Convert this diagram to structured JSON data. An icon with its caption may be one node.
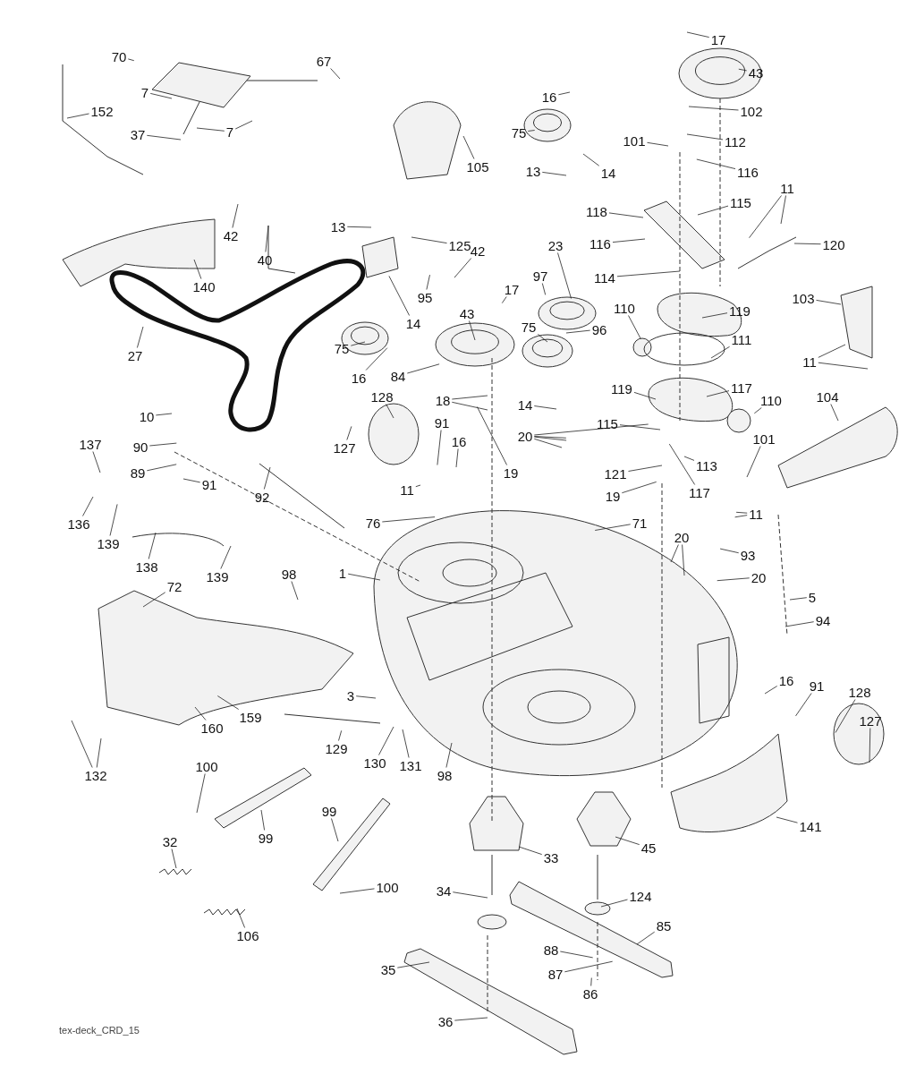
{
  "diagram": {
    "nodes": [
      {
        "text": [
          "17"
        ]
      },
      {
        "text": [
          "70"
        ]
      },
      {
        "text": [
          "67"
        ]
      },
      {
        "text": [
          "43"
        ]
      },
      {
        "text": [
          "7"
        ]
      },
      {
        "text": [
          "152"
        ]
      },
      {
        "text": [
          "102"
        ]
      },
      {
        "text": [
          "16"
        ]
      },
      {
        "text": [
          "7"
        ]
      },
      {
        "text": [
          "37"
        ]
      },
      {
        "text": [
          "75"
        ]
      },
      {
        "text": [
          "101"
        ]
      },
      {
        "text": [
          "112"
        ]
      },
      {
        "text": [
          "105"
        ]
      },
      {
        "text": [
          "13"
        ]
      },
      {
        "text": [
          "14"
        ]
      },
      {
        "text": [
          "116"
        ]
      },
      {
        "text": [
          "11"
        ]
      },
      {
        "text": [
          "118"
        ]
      },
      {
        "text": [
          "115"
        ]
      },
      {
        "text": [
          "42"
        ]
      },
      {
        "text": [
          "40"
        ]
      },
      {
        "text": [
          "13"
        ]
      },
      {
        "text": [
          "125"
        ]
      },
      {
        "text": [
          "116"
        ]
      },
      {
        "text": [
          "120"
        ]
      },
      {
        "text": [
          "42"
        ]
      },
      {
        "text": [
          "23"
        ]
      },
      {
        "text": [
          "140"
        ]
      },
      {
        "text": [
          "97"
        ]
      },
      {
        "text": [
          "114"
        ]
      },
      {
        "text": [
          "17"
        ]
      },
      {
        "text": [
          "95"
        ]
      },
      {
        "text": [
          "43"
        ]
      },
      {
        "text": [
          "119"
        ]
      },
      {
        "text": [
          "103"
        ]
      },
      {
        "text": [
          "14"
        ]
      },
      {
        "text": [
          "110"
        ]
      },
      {
        "text": [
          "96"
        ]
      },
      {
        "text": [
          "75"
        ]
      },
      {
        "text": [
          "111"
        ]
      },
      {
        "text": [
          "75"
        ]
      },
      {
        "text": [
          "27"
        ]
      },
      {
        "text": [
          "16"
        ]
      },
      {
        "text": [
          "84"
        ]
      },
      {
        "text": [
          "11"
        ]
      },
      {
        "text": [
          "18"
        ]
      },
      {
        "text": [
          "14"
        ]
      },
      {
        "text": [
          "117"
        ]
      },
      {
        "text": [
          "119"
        ]
      },
      {
        "text": [
          "110"
        ]
      },
      {
        "text": [
          "104"
        ]
      },
      {
        "text": [
          "128"
        ]
      },
      {
        "text": [
          "10"
        ]
      },
      {
        "text": [
          "127"
        ]
      },
      {
        "text": [
          "91"
        ]
      },
      {
        "text": [
          "16"
        ]
      },
      {
        "text": [
          "115"
        ]
      },
      {
        "text": [
          "20"
        ]
      },
      {
        "text": [
          "137"
        ]
      },
      {
        "text": [
          "90"
        ]
      },
      {
        "text": [
          "113"
        ]
      },
      {
        "text": [
          "101"
        ]
      },
      {
        "text": [
          "19"
        ]
      },
      {
        "text": [
          "89"
        ]
      },
      {
        "text": [
          "91"
        ]
      },
      {
        "text": [
          "121"
        ]
      },
      {
        "text": [
          "117"
        ]
      },
      {
        "text": [
          "19"
        ]
      },
      {
        "text": [
          "92"
        ]
      },
      {
        "text": [
          "11"
        ]
      },
      {
        "text": [
          "136"
        ]
      },
      {
        "text": [
          "76"
        ]
      },
      {
        "text": [
          "139"
        ]
      },
      {
        "text": [
          "71"
        ]
      },
      {
        "text": [
          "11"
        ]
      },
      {
        "text": [
          "138"
        ]
      },
      {
        "text": [
          "139"
        ]
      },
      {
        "text": [
          "93"
        ]
      },
      {
        "text": [
          "20"
        ]
      },
      {
        "text": [
          "98"
        ]
      },
      {
        "text": [
          "1"
        ]
      },
      {
        "text": [
          "72"
        ]
      },
      {
        "text": [
          "20"
        ]
      },
      {
        "text": [
          "5"
        ]
      },
      {
        "text": [
          "94"
        ]
      },
      {
        "text": [
          "3"
        ]
      },
      {
        "text": [
          "16"
        ]
      },
      {
        "text": [
          "91"
        ]
      },
      {
        "text": [
          "128"
        ]
      },
      {
        "text": [
          "159"
        ]
      },
      {
        "text": [
          "160"
        ]
      },
      {
        "text": [
          "127"
        ]
      },
      {
        "text": [
          "129"
        ]
      },
      {
        "text": [
          "130"
        ]
      },
      {
        "text": [
          "131"
        ]
      },
      {
        "text": [
          "98"
        ]
      },
      {
        "text": [
          "132"
        ]
      },
      {
        "text": [
          "100"
        ]
      },
      {
        "text": [
          "141"
        ]
      },
      {
        "text": [
          "99"
        ]
      },
      {
        "text": [
          "99"
        ]
      },
      {
        "text": [
          "33"
        ]
      },
      {
        "text": [
          "45"
        ]
      },
      {
        "text": [
          "32"
        ]
      },
      {
        "text": [
          "100"
        ]
      },
      {
        "text": [
          "34"
        ]
      },
      {
        "text": [
          "124"
        ]
      },
      {
        "text": [
          "85"
        ]
      },
      {
        "text": [
          "106"
        ]
      },
      {
        "text": [
          "88"
        ]
      },
      {
        "text": [
          "35"
        ]
      },
      {
        "text": [
          "87"
        ]
      },
      {
        "text": [
          "86"
        ]
      },
      {
        "text": [
          "36"
        ]
      }
    ],
    "edges": [
      {
        "from": 0,
        "to": null,
        "arrow": "none"
      },
      {
        "from": 1,
        "to": null,
        "arrow": "none"
      },
      {
        "from": 2,
        "to": null,
        "arrow": "none"
      },
      {
        "from": 3,
        "to": null,
        "arrow": "none"
      },
      {
        "from": 4,
        "to": null,
        "arrow": "none"
      },
      {
        "from": 5,
        "to": null,
        "arrow": "none"
      },
      {
        "from": 6,
        "to": null,
        "arrow": "none"
      },
      {
        "from": 7,
        "to": null,
        "arrow": "none"
      },
      {
        "from": 8,
        "to": null,
        "arrow": "none"
      },
      {
        "from": 8,
        "to": null,
        "arrow": "none"
      },
      {
        "from": 9,
        "to": null,
        "arrow": "none"
      },
      {
        "from": 10,
        "to": null,
        "arrow": "none"
      },
      {
        "from": 11,
        "to": null,
        "arrow": "none"
      },
      {
        "from": 12,
        "to": null,
        "arrow": "none"
      },
      {
        "from": 13,
        "to": null,
        "arrow": "none"
      },
      {
        "from": 14,
        "to": null,
        "arrow": "none"
      },
      {
        "from": 15,
        "to": null,
        "arrow": "none"
      },
      {
        "from": 16,
        "to": null,
        "arrow": "none"
      },
      {
        "from": 17,
        "to": null,
        "arrow": "none"
      },
      {
        "from": 17,
        "to": null,
        "arrow": "none"
      },
      {
        "from": 18,
        "to": null,
        "arrow": "none"
      },
      {
        "from": 19,
        "to": null,
        "arrow": "none"
      },
      {
        "from": 20,
        "to": null,
        "arrow": "none"
      },
      {
        "from": 21,
        "to": null,
        "arrow": "none"
      },
      {
        "from": 22,
        "to": null,
        "arrow": "none"
      },
      {
        "from": 23,
        "to": null,
        "arrow": "none"
      },
      {
        "from": 24,
        "to": null,
        "arrow": "none"
      },
      {
        "from": 25,
        "to": null,
        "arrow": "none"
      },
      {
        "from": 26,
        "to": null,
        "arrow": "none"
      },
      {
        "from": 27,
        "to": null,
        "arrow": "none"
      },
      {
        "from": 28,
        "to": null,
        "arrow": "none"
      },
      {
        "from": 29,
        "to": null,
        "arrow": "none"
      },
      {
        "from": 30,
        "to": null,
        "arrow": "none"
      },
      {
        "from": 31,
        "to": null,
        "arrow": "none"
      },
      {
        "from": 32,
        "to": null,
        "arrow": "none"
      },
      {
        "from": 33,
        "to": null,
        "arrow": "none"
      },
      {
        "from": 34,
        "to": null,
        "arrow": "none"
      },
      {
        "from": 35,
        "to": null,
        "arrow": "none"
      },
      {
        "from": 36,
        "to": null,
        "arrow": "none"
      },
      {
        "from": 37,
        "to": null,
        "arrow": "none"
      },
      {
        "from": 38,
        "to": null,
        "arrow": "none"
      },
      {
        "from": 39,
        "to": null,
        "arrow": "none"
      },
      {
        "from": 40,
        "to": null,
        "arrow": "none"
      },
      {
        "from": 41,
        "to": null,
        "arrow": "none"
      },
      {
        "from": 42,
        "to": null,
        "arrow": "none"
      },
      {
        "from": 43,
        "to": null,
        "arrow": "none"
      },
      {
        "from": 44,
        "to": null,
        "arrow": "none"
      },
      {
        "from": 45,
        "to": null,
        "arrow": "none"
      },
      {
        "from": 45,
        "to": null,
        "arrow": "none"
      },
      {
        "from": 46,
        "to": null,
        "arrow": "none"
      },
      {
        "from": 46,
        "to": null,
        "arrow": "none"
      },
      {
        "from": 47,
        "to": null,
        "arrow": "none"
      },
      {
        "from": 48,
        "to": null,
        "arrow": "none"
      },
      {
        "from": 49,
        "to": null,
        "arrow": "none"
      },
      {
        "from": 50,
        "to": null,
        "arrow": "none"
      },
      {
        "from": 51,
        "to": null,
        "arrow": "none"
      },
      {
        "from": 52,
        "to": null,
        "arrow": "none"
      },
      {
        "from": 53,
        "to": null,
        "arrow": "none"
      },
      {
        "from": 54,
        "to": null,
        "arrow": "none"
      },
      {
        "from": 55,
        "to": null,
        "arrow": "none"
      },
      {
        "from": 56,
        "to": null,
        "arrow": "none"
      },
      {
        "from": 57,
        "to": null,
        "arrow": "none"
      },
      {
        "from": 58,
        "to": null,
        "arrow": "none"
      },
      {
        "from": 58,
        "to": null,
        "arrow": "none"
      },
      {
        "from": 58,
        "to": null,
        "arrow": "none"
      },
      {
        "from": 58,
        "to": null,
        "arrow": "none"
      },
      {
        "from": 59,
        "to": null,
        "arrow": "none"
      },
      {
        "from": 60,
        "to": null,
        "arrow": "none"
      },
      {
        "from": 61,
        "to": null,
        "arrow": "none"
      },
      {
        "from": 62,
        "to": null,
        "arrow": "none"
      },
      {
        "from": 63,
        "to": null,
        "arrow": "none"
      },
      {
        "from": 64,
        "to": null,
        "arrow": "none"
      },
      {
        "from": 65,
        "to": null,
        "arrow": "none"
      },
      {
        "from": 66,
        "to": null,
        "arrow": "none"
      },
      {
        "from": 67,
        "to": null,
        "arrow": "none"
      },
      {
        "from": 68,
        "to": null,
        "arrow": "none"
      },
      {
        "from": 69,
        "to": null,
        "arrow": "none"
      },
      {
        "from": 70,
        "to": null,
        "arrow": "none"
      },
      {
        "from": 71,
        "to": null,
        "arrow": "none"
      },
      {
        "from": 72,
        "to": null,
        "arrow": "none"
      },
      {
        "from": 73,
        "to": null,
        "arrow": "none"
      },
      {
        "from": 74,
        "to": null,
        "arrow": "none"
      },
      {
        "from": 75,
        "to": null,
        "arrow": "none"
      },
      {
        "from": 75,
        "to": null,
        "arrow": "none"
      },
      {
        "from": 76,
        "to": null,
        "arrow": "none"
      },
      {
        "from": 77,
        "to": null,
        "arrow": "none"
      },
      {
        "from": 78,
        "to": null,
        "arrow": "none"
      },
      {
        "from": 79,
        "to": null,
        "arrow": "none"
      },
      {
        "from": 79,
        "to": null,
        "arrow": "none"
      },
      {
        "from": 80,
        "to": null,
        "arrow": "none"
      },
      {
        "from": 81,
        "to": null,
        "arrow": "none"
      },
      {
        "from": 82,
        "to": null,
        "arrow": "none"
      },
      {
        "from": 83,
        "to": null,
        "arrow": "none"
      },
      {
        "from": 84,
        "to": null,
        "arrow": "none"
      },
      {
        "from": 85,
        "to": null,
        "arrow": "none"
      },
      {
        "from": 86,
        "to": null,
        "arrow": "none"
      },
      {
        "from": 87,
        "to": null,
        "arrow": "none"
      },
      {
        "from": 88,
        "to": null,
        "arrow": "none"
      },
      {
        "from": 89,
        "to": null,
        "arrow": "none"
      },
      {
        "from": 90,
        "to": null,
        "arrow": "none"
      },
      {
        "from": 91,
        "to": null,
        "arrow": "none"
      },
      {
        "from": 92,
        "to": null,
        "arrow": "none"
      },
      {
        "from": 93,
        "to": null,
        "arrow": "none"
      },
      {
        "from": 94,
        "to": null,
        "arrow": "none"
      },
      {
        "from": 95,
        "to": null,
        "arrow": "none"
      },
      {
        "from": 96,
        "to": null,
        "arrow": "none"
      },
      {
        "from": 97,
        "to": null,
        "arrow": "none"
      },
      {
        "from": 97,
        "to": null,
        "arrow": "none"
      },
      {
        "from": 98,
        "to": null,
        "arrow": "none"
      },
      {
        "from": 99,
        "to": null,
        "arrow": "none"
      },
      {
        "from": 100,
        "to": null,
        "arrow": "none"
      },
      {
        "from": 101,
        "to": null,
        "arrow": "none"
      },
      {
        "from": 102,
        "to": null,
        "arrow": "none"
      },
      {
        "from": 103,
        "to": null,
        "arrow": "none"
      },
      {
        "from": 104,
        "to": null,
        "arrow": "none"
      },
      {
        "from": 105,
        "to": null,
        "arrow": "none"
      },
      {
        "from": 106,
        "to": null,
        "arrow": "none"
      },
      {
        "from": 107,
        "to": null,
        "arrow": "none"
      },
      {
        "from": 108,
        "to": null,
        "arrow": "none"
      },
      {
        "from": 109,
        "to": null,
        "arrow": "none"
      },
      {
        "from": 110,
        "to": null,
        "arrow": "none"
      },
      {
        "from": 111,
        "to": null,
        "arrow": "none"
      },
      {
        "from": 112,
        "to": null,
        "arrow": "none"
      },
      {
        "from": 113,
        "to": null,
        "arrow": "none"
      },
      {
        "from": 114,
        "to": null,
        "arrow": "none"
      }
    ],
    "labels": [
      "tex-deck_CRD_15"
    ]
  }
}
